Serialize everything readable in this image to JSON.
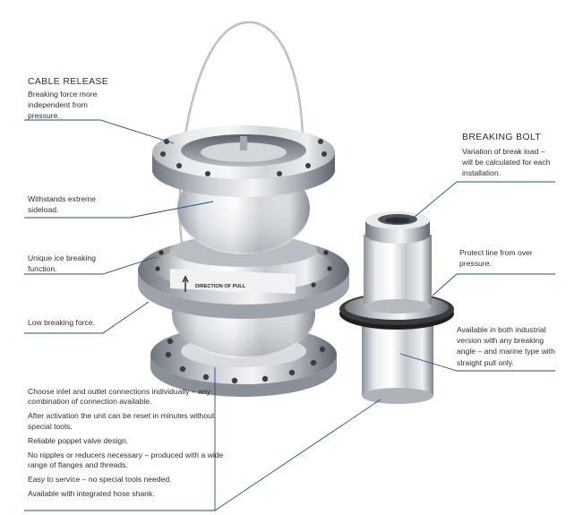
{
  "cable_release": {
    "heading": "CABLE RELEASE",
    "text": "Breaking force more independent from pressure."
  },
  "sideload": {
    "text": "Withstands extreme sideload."
  },
  "ice_breaking": {
    "text": "Unique ice breaking function."
  },
  "low_force": {
    "text": "Low breaking force."
  },
  "features": [
    "Choose inlet and outlet connections individually – any combination of connection available.",
    "After activation the unit can be reset in minutes without special tools.",
    "Reliable poppet valve design.",
    "No nipples or reducers necessary – produced with a wide range of flanges and threads.",
    "Easy to service – no special tools needed.",
    "Available with integrated hose shank."
  ],
  "breaking_bolt": {
    "heading": "BREAKING BOLT",
    "text": "Variation of break load – will be calculated for each installation."
  },
  "protect_line": {
    "text": "Protect line from over pressure."
  },
  "availability": {
    "text": "Available in both industrial version with any breaking angle – and marine type with straight pull only."
  },
  "collar_text": {
    "direction": "DIRECTION OF PULL"
  },
  "colors": {
    "leader": "#1f4f82",
    "accent": "#2a7fc1",
    "steel": "#c8ccd2",
    "seal": "#2a2a2a"
  }
}
